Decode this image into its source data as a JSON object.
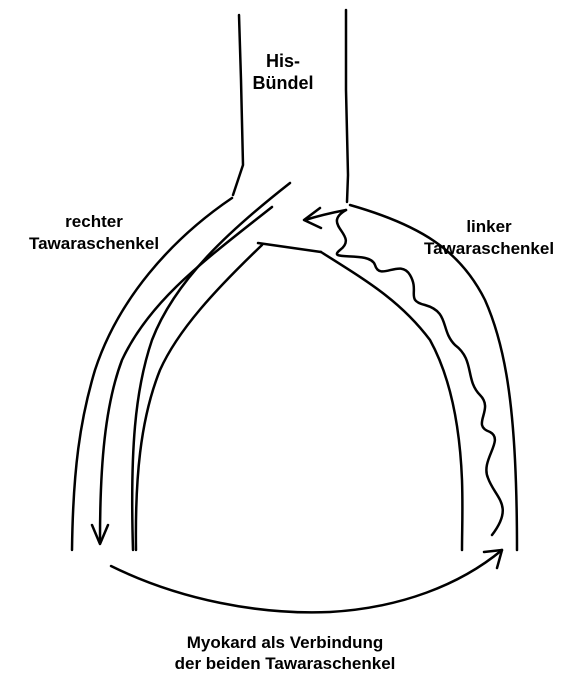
{
  "labels": {
    "his_bundle": [
      "His-",
      "Bündel"
    ],
    "right_bundle_branch": [
      "rechter",
      "Tawaraschenkel"
    ],
    "left_bundle_branch": [
      "linker",
      "Tawaraschenkel"
    ],
    "myocardium_connection": [
      "Myokard als Verbindung",
      "der beiden Tawaraschenkel"
    ]
  },
  "colors": {
    "stroke": "#000000",
    "background": "#ffffff"
  }
}
